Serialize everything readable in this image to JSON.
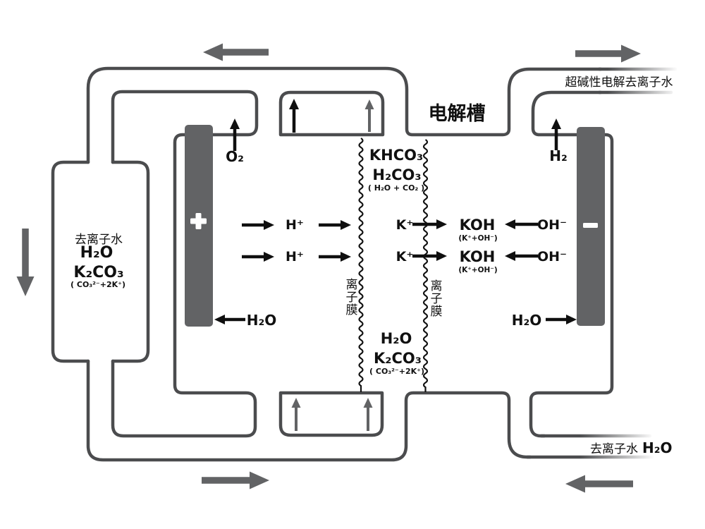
{
  "diagram": {
    "cell_label": "电解槽",
    "top_right_pipe_label": "超碱性电解去离子水",
    "bottom_right_pipe_label_cn": "去离子水",
    "bottom_right_pipe_label_formula": "H₂O",
    "left_tank": {
      "name": "去离子水",
      "water": "H₂O",
      "salt": "K₂CO₃",
      "salt_ions": "( CO₃²⁻+2K⁺)"
    },
    "anode": {
      "sign": "+",
      "gas": "O₂",
      "water_in": "H₂O",
      "proton": "H⁺"
    },
    "cathode": {
      "sign": "−",
      "gas": "H₂",
      "water_in": "H₂O",
      "potassium": "K⁺",
      "hydroxide": "OH⁻",
      "koh": "KOH",
      "koh_ions": "(K⁺+OH⁻)"
    },
    "membrane": {
      "chars": [
        "离",
        "子",
        "膜"
      ]
    },
    "center_top": {
      "khco3": "KHCO₃",
      "h2co3": "H₂CO₃",
      "decomp": "( H₂O + CO₂ )"
    },
    "center_bottom": {
      "water": "H₂O",
      "salt": "K₂CO₃",
      "ions": "( CO₃²⁻+2K⁺)"
    }
  }
}
